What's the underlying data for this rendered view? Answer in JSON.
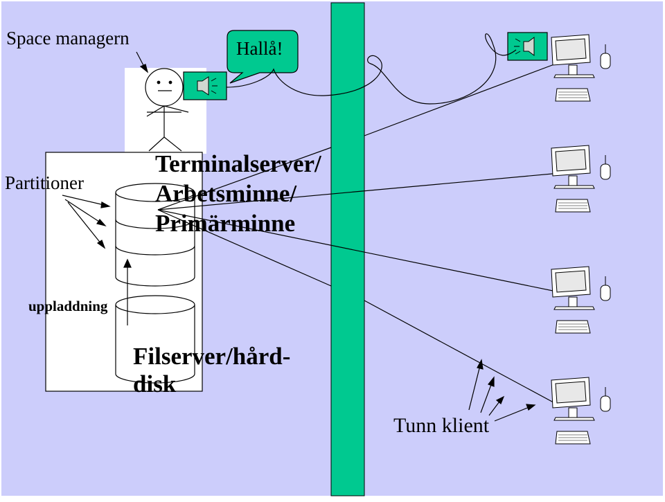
{
  "colors": {
    "background": "#cccdfb",
    "network_bar": "#00c990",
    "speaker_box": "#00c990",
    "outline": "#000000",
    "person_panel": "#ffffff"
  },
  "labels": {
    "space_manager": "Space managern",
    "speech": "Hallå!",
    "partitions": "Partitioner",
    "upload": "uppladdning",
    "terminal_line1": "Terminalserver/",
    "terminal_line2": "Arbetsminne/",
    "terminal_line3": "Primärminne",
    "file_line1": "Filserver/hård-",
    "file_line2": "disk",
    "thin_client": "Tunn klient"
  },
  "icons": {
    "person": "stick-figure-icon",
    "speaker": "speaker-icon",
    "computer": "desktop-computer-icon"
  }
}
